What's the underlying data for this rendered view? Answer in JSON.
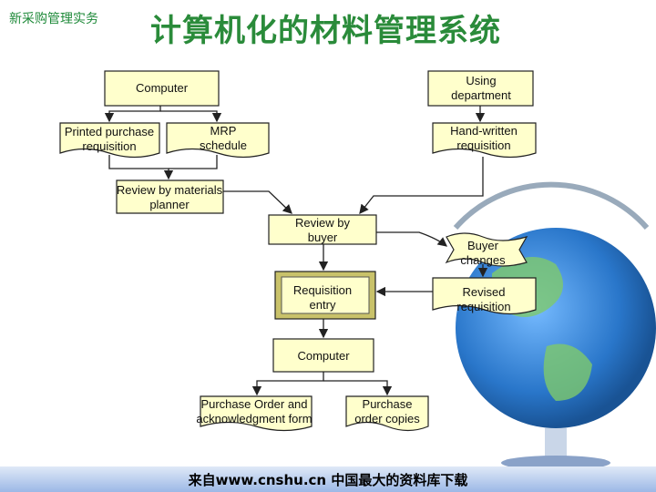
{
  "header": {
    "corner_label": "新采购管理实务",
    "title": "计算机化的材料管理系统"
  },
  "nodes": {
    "computer_top": "Computer",
    "using_department": "Using department",
    "printed_purchase_requisition": "Printed purchase requisition",
    "mrp_schedule": "MRP schedule",
    "hand_written_requisition": "Hand-written requisition",
    "review_materials_planner": "Review by materials planner",
    "review_buyer": "Review by buyer",
    "buyer_changes": "Buyer changes",
    "requisition_entry": "Requisition entry",
    "revised_requisition": "Revised requisition",
    "computer_bottom": "Computer",
    "po_acknowledgment": "Purchase Order and acknowledgment form",
    "po_copies": "Purchase order copies"
  },
  "footer": {
    "text": "来自www.cnshu.cn 中国最大的资料库下载"
  },
  "colors": {
    "title_green": "#2a8b3a",
    "box_fill": "#ffffcc",
    "entry_fill": "#eeee99",
    "globe_blue": "#1e6fc7"
  }
}
